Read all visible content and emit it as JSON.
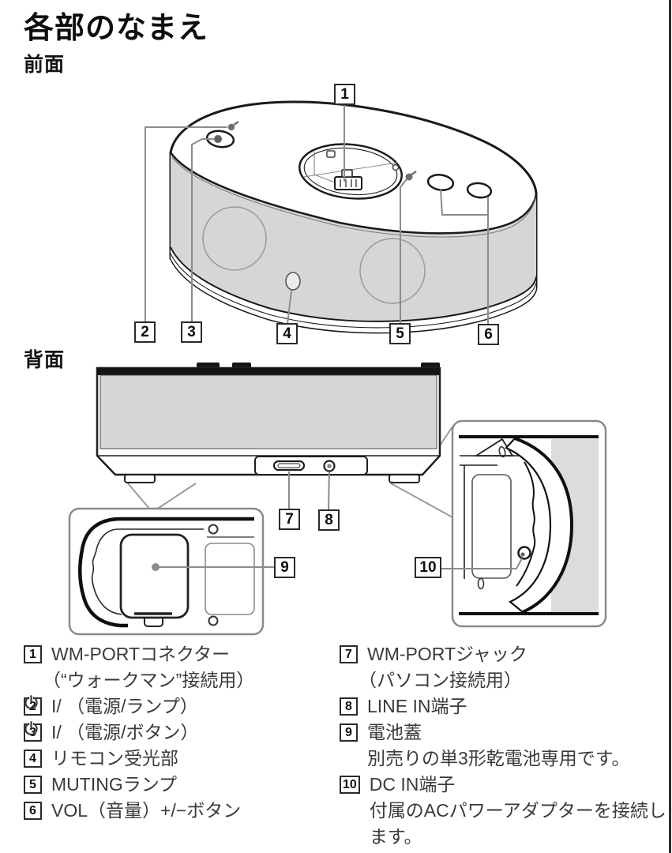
{
  "page": {
    "title": "各部のなまえ",
    "front_section_label": "前面",
    "back_section_label": "背面"
  },
  "callouts": {
    "c1": "1",
    "c2": "2",
    "c3": "3",
    "c4": "4",
    "c5": "5",
    "c6": "6",
    "c7": "7",
    "c8": "8",
    "c9": "9",
    "c10": "10"
  },
  "parts_front": [
    {
      "num": "1",
      "text": "WM-PORTコネクター",
      "sub": "（“ウォークマン”接続用）"
    },
    {
      "num": "2",
      "pre": "I/",
      "icon": "power-standby",
      "text": "（電源/ランプ）"
    },
    {
      "num": "3",
      "pre": "I/",
      "icon": "power-standby",
      "text": "（電源/ボタン）"
    },
    {
      "num": "4",
      "text": "リモコン受光部"
    },
    {
      "num": "5",
      "text": "MUTINGランプ"
    },
    {
      "num": "6",
      "text": "VOL（音量）+/−ボタン"
    }
  ],
  "parts_back": [
    {
      "num": "7",
      "text": "WM-PORTジャック",
      "sub": "（パソコン接続用）"
    },
    {
      "num": "8",
      "text": "LINE IN端子"
    },
    {
      "num": "9",
      "text": "電池蓋",
      "sub": "別売りの単3形乾電池専用です。"
    },
    {
      "num": "10",
      "text": "DC IN端子",
      "sub": "付属のACパワーアダプターを接続します。"
    }
  ],
  "colors": {
    "ink": "#1a1a1a",
    "panel_gray": "#d6d6d6",
    "leader_gray": "#8c8c8c",
    "text_gray": "#3a3a3a"
  }
}
